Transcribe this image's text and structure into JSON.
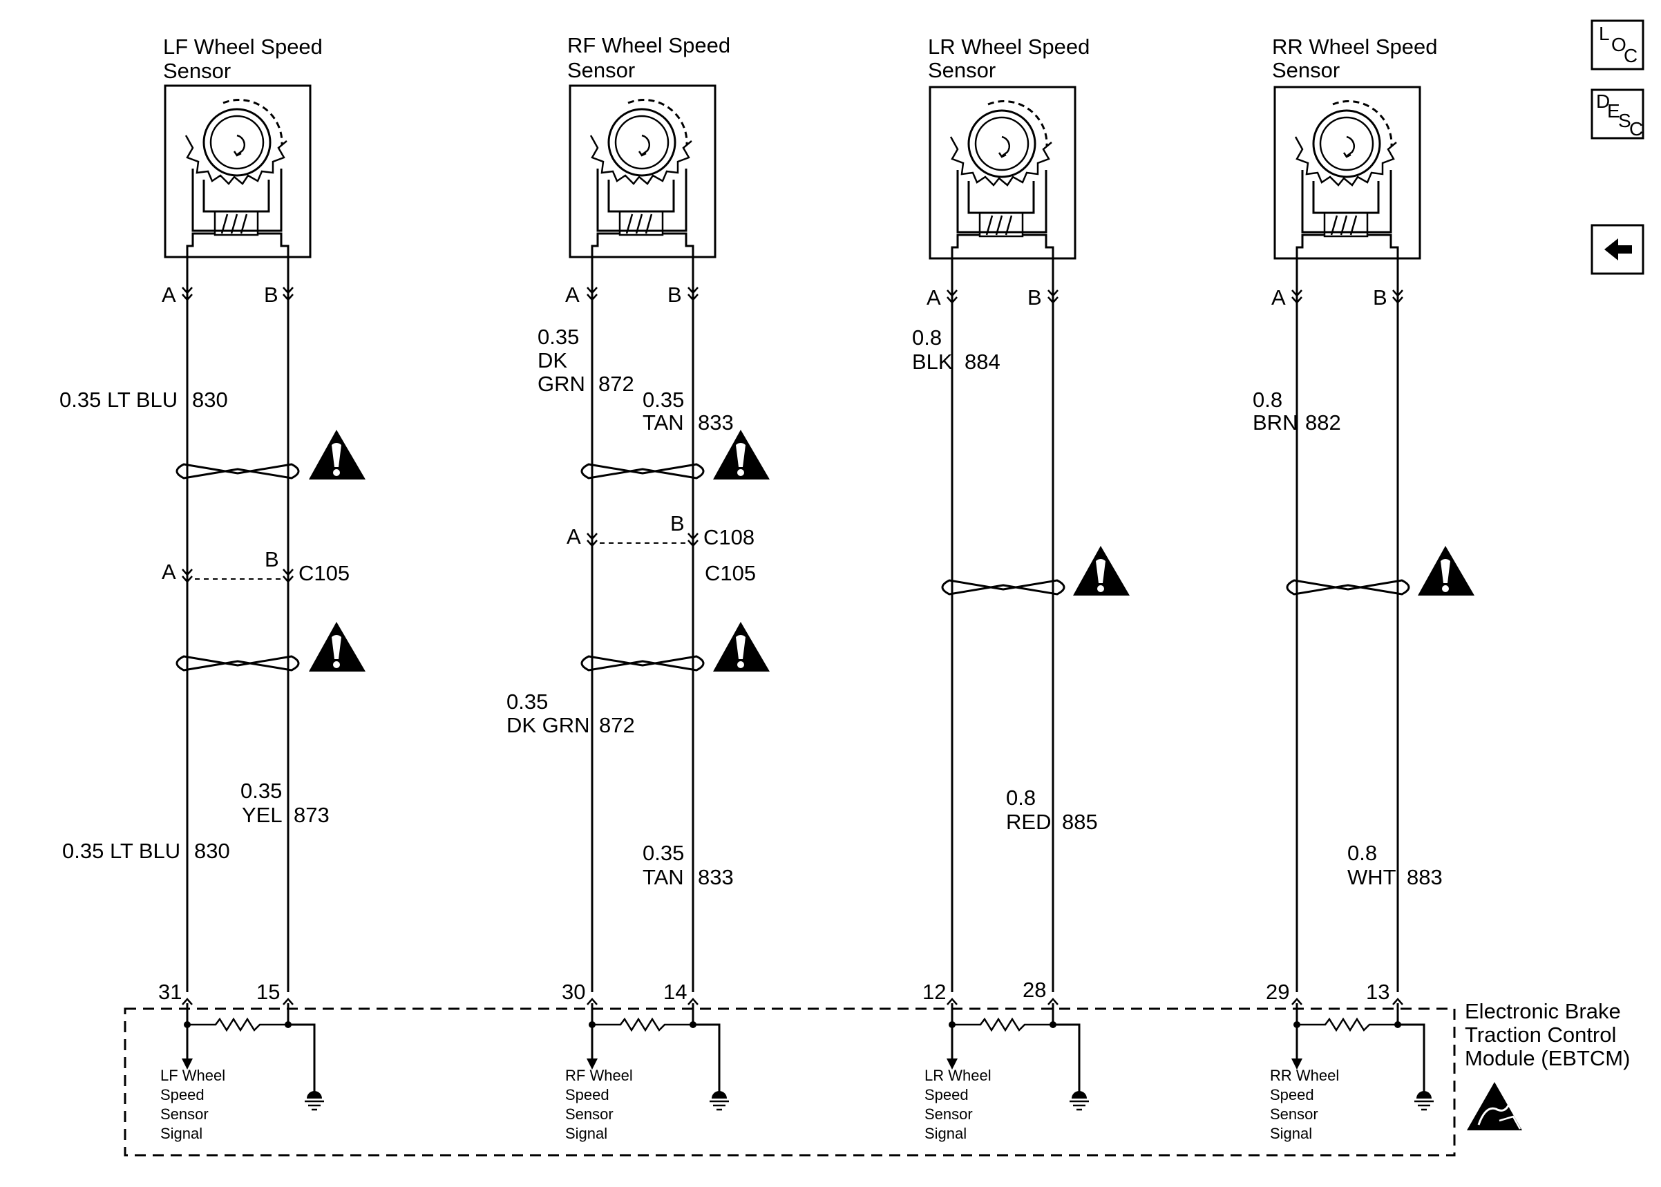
{
  "sensors": [
    {
      "title1": "LF Wheel Speed",
      "title2": "Sensor",
      "pinA": "A",
      "pinB": "B"
    },
    {
      "title1": "RF Wheel Speed",
      "title2": "Sensor",
      "pinA": "A",
      "pinB": "B"
    },
    {
      "title1": "LR Wheel Speed",
      "title2": "Sensor",
      "pinA": "A",
      "pinB": "B"
    },
    {
      "title1": "RR Wheel Speed",
      "title2": "Sensor",
      "pinA": "A",
      "pinB": "B"
    }
  ],
  "wires": {
    "lf_a_upper": "0.35 LT BLU",
    "lf_a_upper_circuit": "830",
    "lf_a_lower": "0.35 LT BLU",
    "lf_a_lower_circuit": "830",
    "lf_b_lower_1": "0.35",
    "lf_b_lower_2": "YEL",
    "lf_b_lower_circuit": "873",
    "rf_a_upper_1": "0.35",
    "rf_a_upper_2": "DK",
    "rf_a_upper_3": "GRN",
    "rf_a_upper_circuit": "872",
    "rf_b_upper_1": "0.35",
    "rf_b_upper_2": "TAN",
    "rf_b_upper_circuit": "833",
    "rf_a_lower_1": "0.35",
    "rf_a_lower_2": "DK GRN",
    "rf_a_lower_circuit": "872",
    "rf_b_lower_1": "0.35",
    "rf_b_lower_2": "TAN",
    "rf_b_lower_circuit": "833",
    "lr_a_1": "0.8",
    "lr_a_2": "BLK",
    "lr_a_circuit": "884",
    "lr_b_1": "0.8",
    "lr_b_2": "RED",
    "lr_b_circuit": "885",
    "rr_a_1": "0.8",
    "rr_a_2": "BRN",
    "rr_a_circuit": "882",
    "rr_b_1": "0.8",
    "rr_b_2": "WHT",
    "rr_b_circuit": "883"
  },
  "connectors": {
    "lf_a": "A",
    "lf_b": "B",
    "lf_c105": "C105",
    "rf_a": "A",
    "rf_b": "B",
    "rf_c108": "C108",
    "rf_c105": "C105"
  },
  "module": {
    "title1": "Electronic Brake",
    "title2": "Traction Control",
    "title3": "Module (EBTCM)",
    "pins": [
      {
        "a": "31",
        "b": "15"
      },
      {
        "a": "30",
        "b": "14"
      },
      {
        "a": "12",
        "b": "28"
      },
      {
        "a": "29",
        "b": "13"
      }
    ],
    "signals": [
      [
        "LF Wheel",
        "Speed",
        "Sensor",
        "Signal"
      ],
      [
        "RF Wheel",
        "Speed",
        "Sensor",
        "Signal"
      ],
      [
        "LR Wheel",
        "Speed",
        "Sensor",
        "Signal"
      ],
      [
        "RR Wheel",
        "Speed",
        "Sensor",
        "Signal"
      ]
    ]
  },
  "nav": {
    "loc_1": "L",
    "loc_2": "O",
    "loc_3": "C",
    "desc_1": "D",
    "desc_2": "E",
    "desc_3": "S",
    "desc_4": "C"
  },
  "icons": {
    "warning": "warning-triangle-icon",
    "esd": "esd-sensitive-icon",
    "back": "back-arrow-icon",
    "ground": "ground-icon"
  }
}
